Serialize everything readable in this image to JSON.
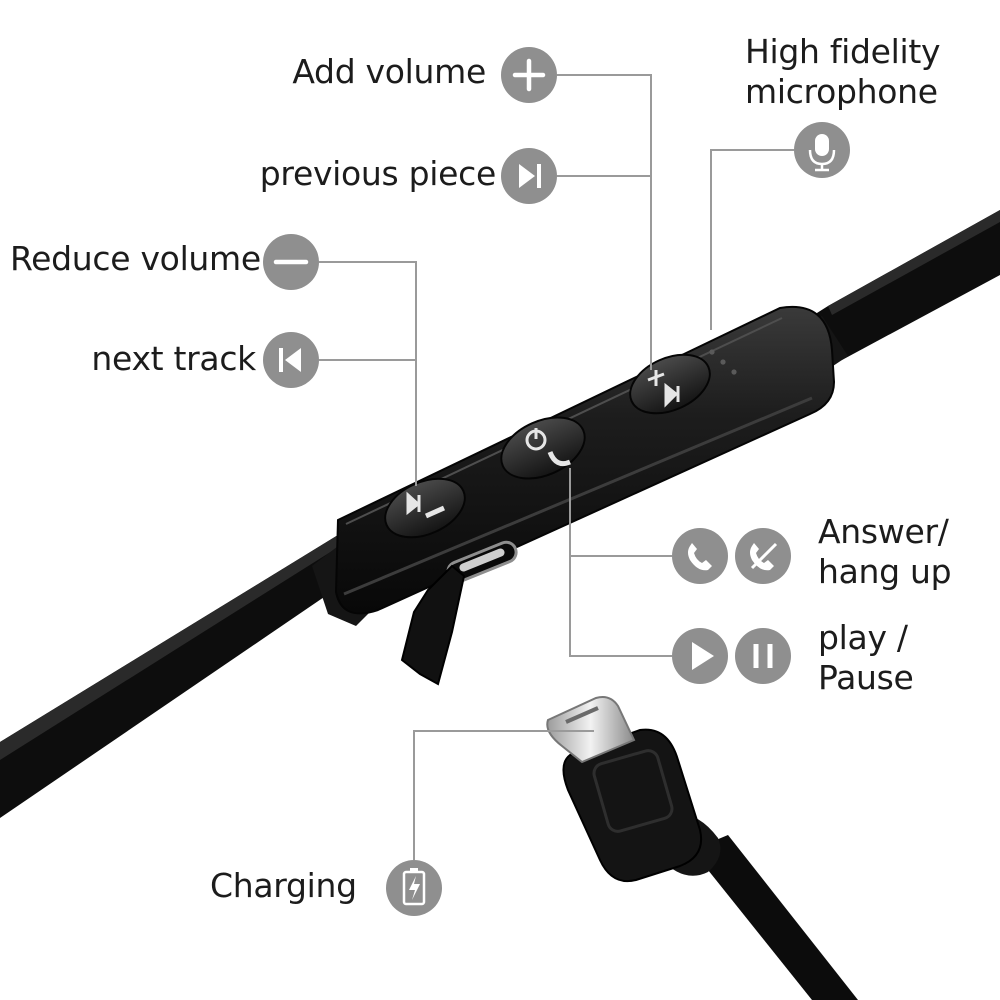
{
  "labels": {
    "add_volume": "Add volume",
    "previous_piece": "previous piece",
    "reduce_volume": "Reduce volume",
    "next_track": "next track",
    "microphone_line1": "High fidelity",
    "microphone_line2": "microphone",
    "answer_line1": "Answer/",
    "answer_line2": "hang up",
    "play_line1": "play /",
    "play_line2": "Pause",
    "charging": "Charging"
  },
  "icons": {
    "add_volume": "plus-icon",
    "previous_piece": "skip-forward-icon",
    "reduce_volume": "minus-icon",
    "next_track": "skip-back-icon",
    "microphone": "microphone-icon",
    "answer": "phone-icon",
    "hang_up": "phone-hangup-icon",
    "play": "play-icon",
    "pause": "pause-icon",
    "charging": "battery-charging-icon"
  },
  "colors": {
    "icon_circle": "#8f8f8f",
    "leader_line": "#9a9a9a",
    "device_body": "#161616",
    "label_text": "#1c1c1c"
  }
}
